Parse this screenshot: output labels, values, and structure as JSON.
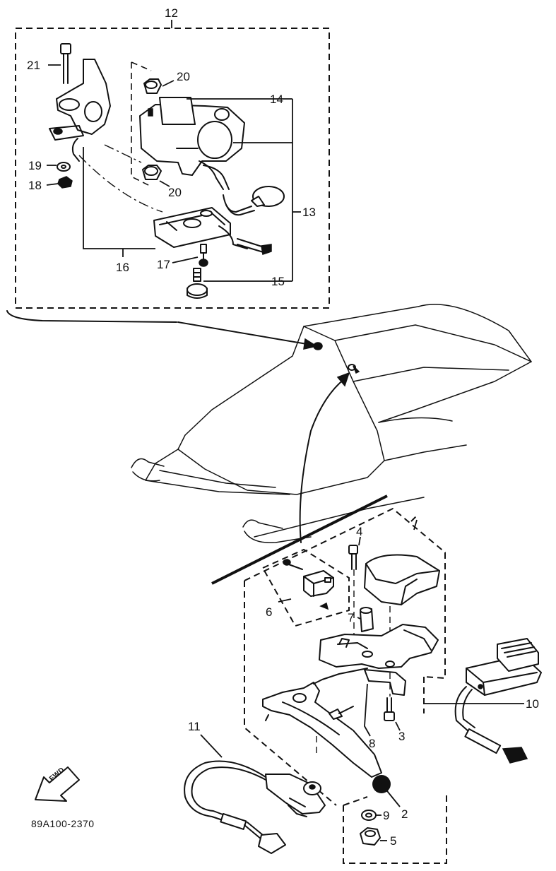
{
  "diagram": {
    "labels": {
      "p12": "12",
      "p21": "21",
      "p20a": "20",
      "p20b": "20",
      "p14": "14",
      "p13": "13",
      "p19": "19",
      "p18": "18",
      "p16": "16",
      "p17": "17",
      "p15": "15",
      "p4": "4",
      "p6": "6",
      "p7": "7",
      "p10": "10",
      "p11": "11",
      "p3": "3",
      "p8": "8",
      "p2": "2",
      "p9": "9",
      "p5": "5"
    },
    "fwd_text": "FWD",
    "drawing_code": "89A100-2370"
  }
}
